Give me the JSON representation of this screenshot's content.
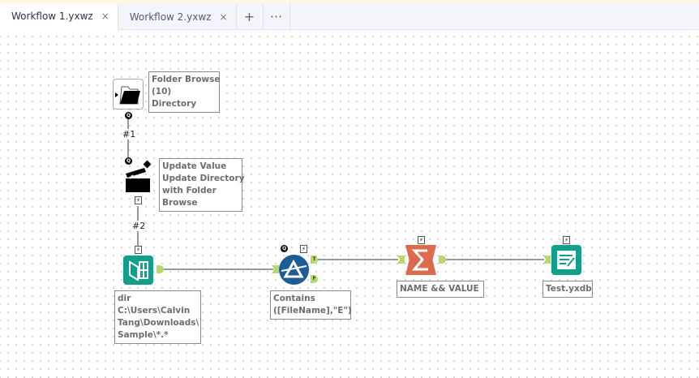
{
  "tabs": [
    {
      "label": "Workflow 1.yxwz",
      "active": true
    },
    {
      "label": "Workflow 2.yxwz",
      "active": false
    }
  ],
  "tab_actions": {
    "add": "+",
    "more": "···",
    "close": "×"
  },
  "nodes": {
    "folder_browse": {
      "annotation": "Folder Browse\n(10)\nDirectory",
      "anchor": "Q"
    },
    "update_value": {
      "annotation": "Update Value\nUpdate Directory\nwith Folder\nBrowse",
      "anchor": "Q"
    },
    "directory": {
      "annotation": "dir\nC:\\Users\\Calvin\nTang\\Downloads\\\nSample\\*.*"
    },
    "filter": {
      "annotation": "Contains\n([FileName],\"E\")",
      "anchor": "Q",
      "true_label": "T",
      "false_label": "F"
    },
    "summarize": {
      "annotation": "NAME && VALUE"
    },
    "output": {
      "annotation": "Test.yxdb"
    }
  },
  "connections": {
    "c1": "#1",
    "c2": "#2"
  },
  "colors": {
    "teal": "#13a08a",
    "filter_blue": "#1d5c94",
    "summarize": "#de6a4e",
    "anchor": "#b5d96a"
  }
}
